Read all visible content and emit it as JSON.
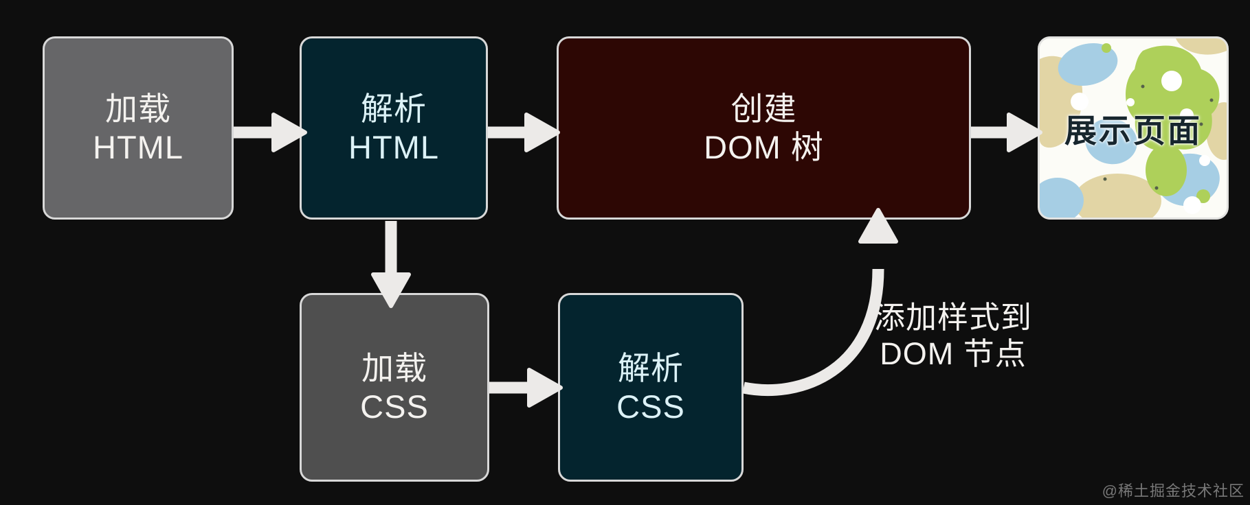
{
  "colors": {
    "background": "#0e0e0e",
    "arrow": "#eceae8",
    "box_border": "#d8d8d8",
    "load_html_fill": "#666668",
    "load_css_fill": "#4f4f4f",
    "parse_fill": "#04242e",
    "parse_text": "#dcf2f7",
    "create_dom_fill": "#2d0704",
    "text": "#f4f2ef",
    "pattern_bg": "#fcfcf7",
    "pattern_green": "#aed05a",
    "pattern_tan": "#e2d5a5",
    "pattern_blue": "#a6cee4",
    "display_text": "#17262e",
    "watermark": "#787878"
  },
  "nodes": {
    "load_html": {
      "line1": "加载",
      "line2": "HTML"
    },
    "parse_html": {
      "line1": "解析",
      "line2": "HTML"
    },
    "create_dom": {
      "line1": "创建",
      "line2": "DOM 树"
    },
    "display_page": {
      "label": "展示页面"
    },
    "load_css": {
      "line1": "加载",
      "line2": "CSS"
    },
    "parse_css": {
      "line1": "解析",
      "line2": "CSS"
    }
  },
  "annotation": {
    "line1": "添加样式到",
    "line2": "DOM 节点"
  },
  "watermark": "@稀土掘金技术社区"
}
